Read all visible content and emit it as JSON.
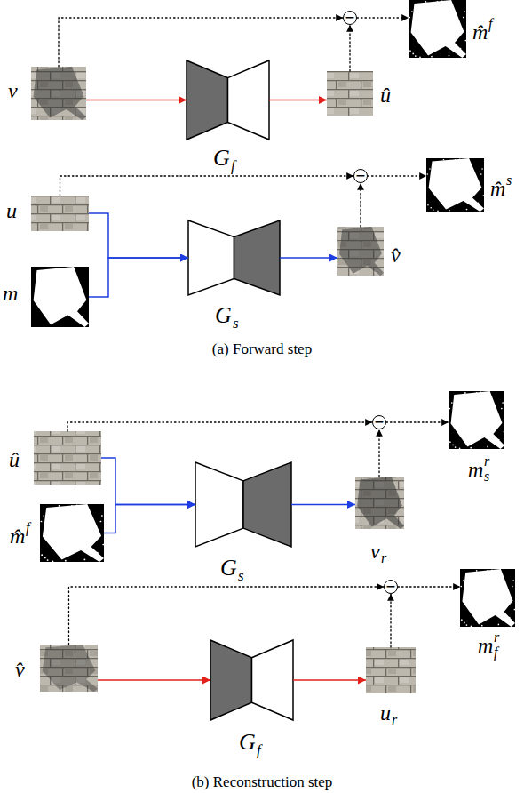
{
  "diagram": {
    "nodes": [
      {
        "text": [
          "v"
        ]
      },
      {
        "text": [
          "G",
          "f"
        ]
      },
      {
        "text": [
          "û"
        ]
      },
      {
        "text": [
          "−"
        ]
      },
      {
        "text": [
          "m̂",
          "f"
        ]
      },
      {
        "text": [
          "u"
        ]
      },
      {
        "text": [
          "m"
        ]
      },
      {
        "text": [
          "G",
          "s"
        ]
      },
      {
        "text": [
          "v̂"
        ]
      },
      {
        "text": [
          "−"
        ]
      },
      {
        "text": [
          "m̂",
          "s"
        ]
      },
      {
        "text": [
          "û"
        ]
      },
      {
        "text": [
          "m̂",
          "f"
        ]
      },
      {
        "text": [
          "G",
          "s"
        ]
      },
      {
        "text": [
          "v",
          "r"
        ]
      },
      {
        "text": [
          "−"
        ]
      },
      {
        "text": [
          "m",
          "s",
          "r"
        ]
      },
      {
        "text": [
          "v̂"
        ]
      },
      {
        "text": [
          "G",
          "f"
        ]
      },
      {
        "text": [
          "u",
          "r"
        ]
      },
      {
        "text": [
          "−"
        ]
      },
      {
        "text": [
          "m",
          "f",
          "r"
        ]
      }
    ],
    "edges": [
      {
        "from": 0,
        "to": 1,
        "arrow": "to"
      },
      {
        "from": 1,
        "to": 2,
        "arrow": "to"
      },
      {
        "from": 0,
        "to": 3,
        "arrow": "to"
      },
      {
        "from": 2,
        "to": 3,
        "arrow": "to"
      },
      {
        "from": 3,
        "to": 4,
        "arrow": "to"
      },
      {
        "from": 5,
        "to": 7,
        "arrow": "to"
      },
      {
        "from": 6,
        "to": 7,
        "arrow": "to"
      },
      {
        "from": 7,
        "to": 8,
        "arrow": "to"
      },
      {
        "from": 5,
        "to": 9,
        "arrow": "to"
      },
      {
        "from": 8,
        "to": 9,
        "arrow": "to"
      },
      {
        "from": 9,
        "to": 10,
        "arrow": "to"
      },
      {
        "from": 11,
        "to": 13,
        "arrow": "to"
      },
      {
        "from": 12,
        "to": 13,
        "arrow": "to"
      },
      {
        "from": 13,
        "to": 14,
        "arrow": "to"
      },
      {
        "from": 11,
        "to": 15,
        "arrow": "to"
      },
      {
        "from": 14,
        "to": 15,
        "arrow": "to"
      },
      {
        "from": 15,
        "to": 16,
        "arrow": "to"
      },
      {
        "from": 17,
        "to": 18,
        "arrow": "to"
      },
      {
        "from": 18,
        "to": 19,
        "arrow": "to"
      },
      {
        "from": 17,
        "to": 20,
        "arrow": "to"
      },
      {
        "from": 19,
        "to": 20,
        "arrow": "to"
      },
      {
        "from": 20,
        "to": 21,
        "arrow": "to"
      }
    ],
    "labels": [
      "(a) Forward step",
      "(b) Reconstruction step"
    ]
  }
}
